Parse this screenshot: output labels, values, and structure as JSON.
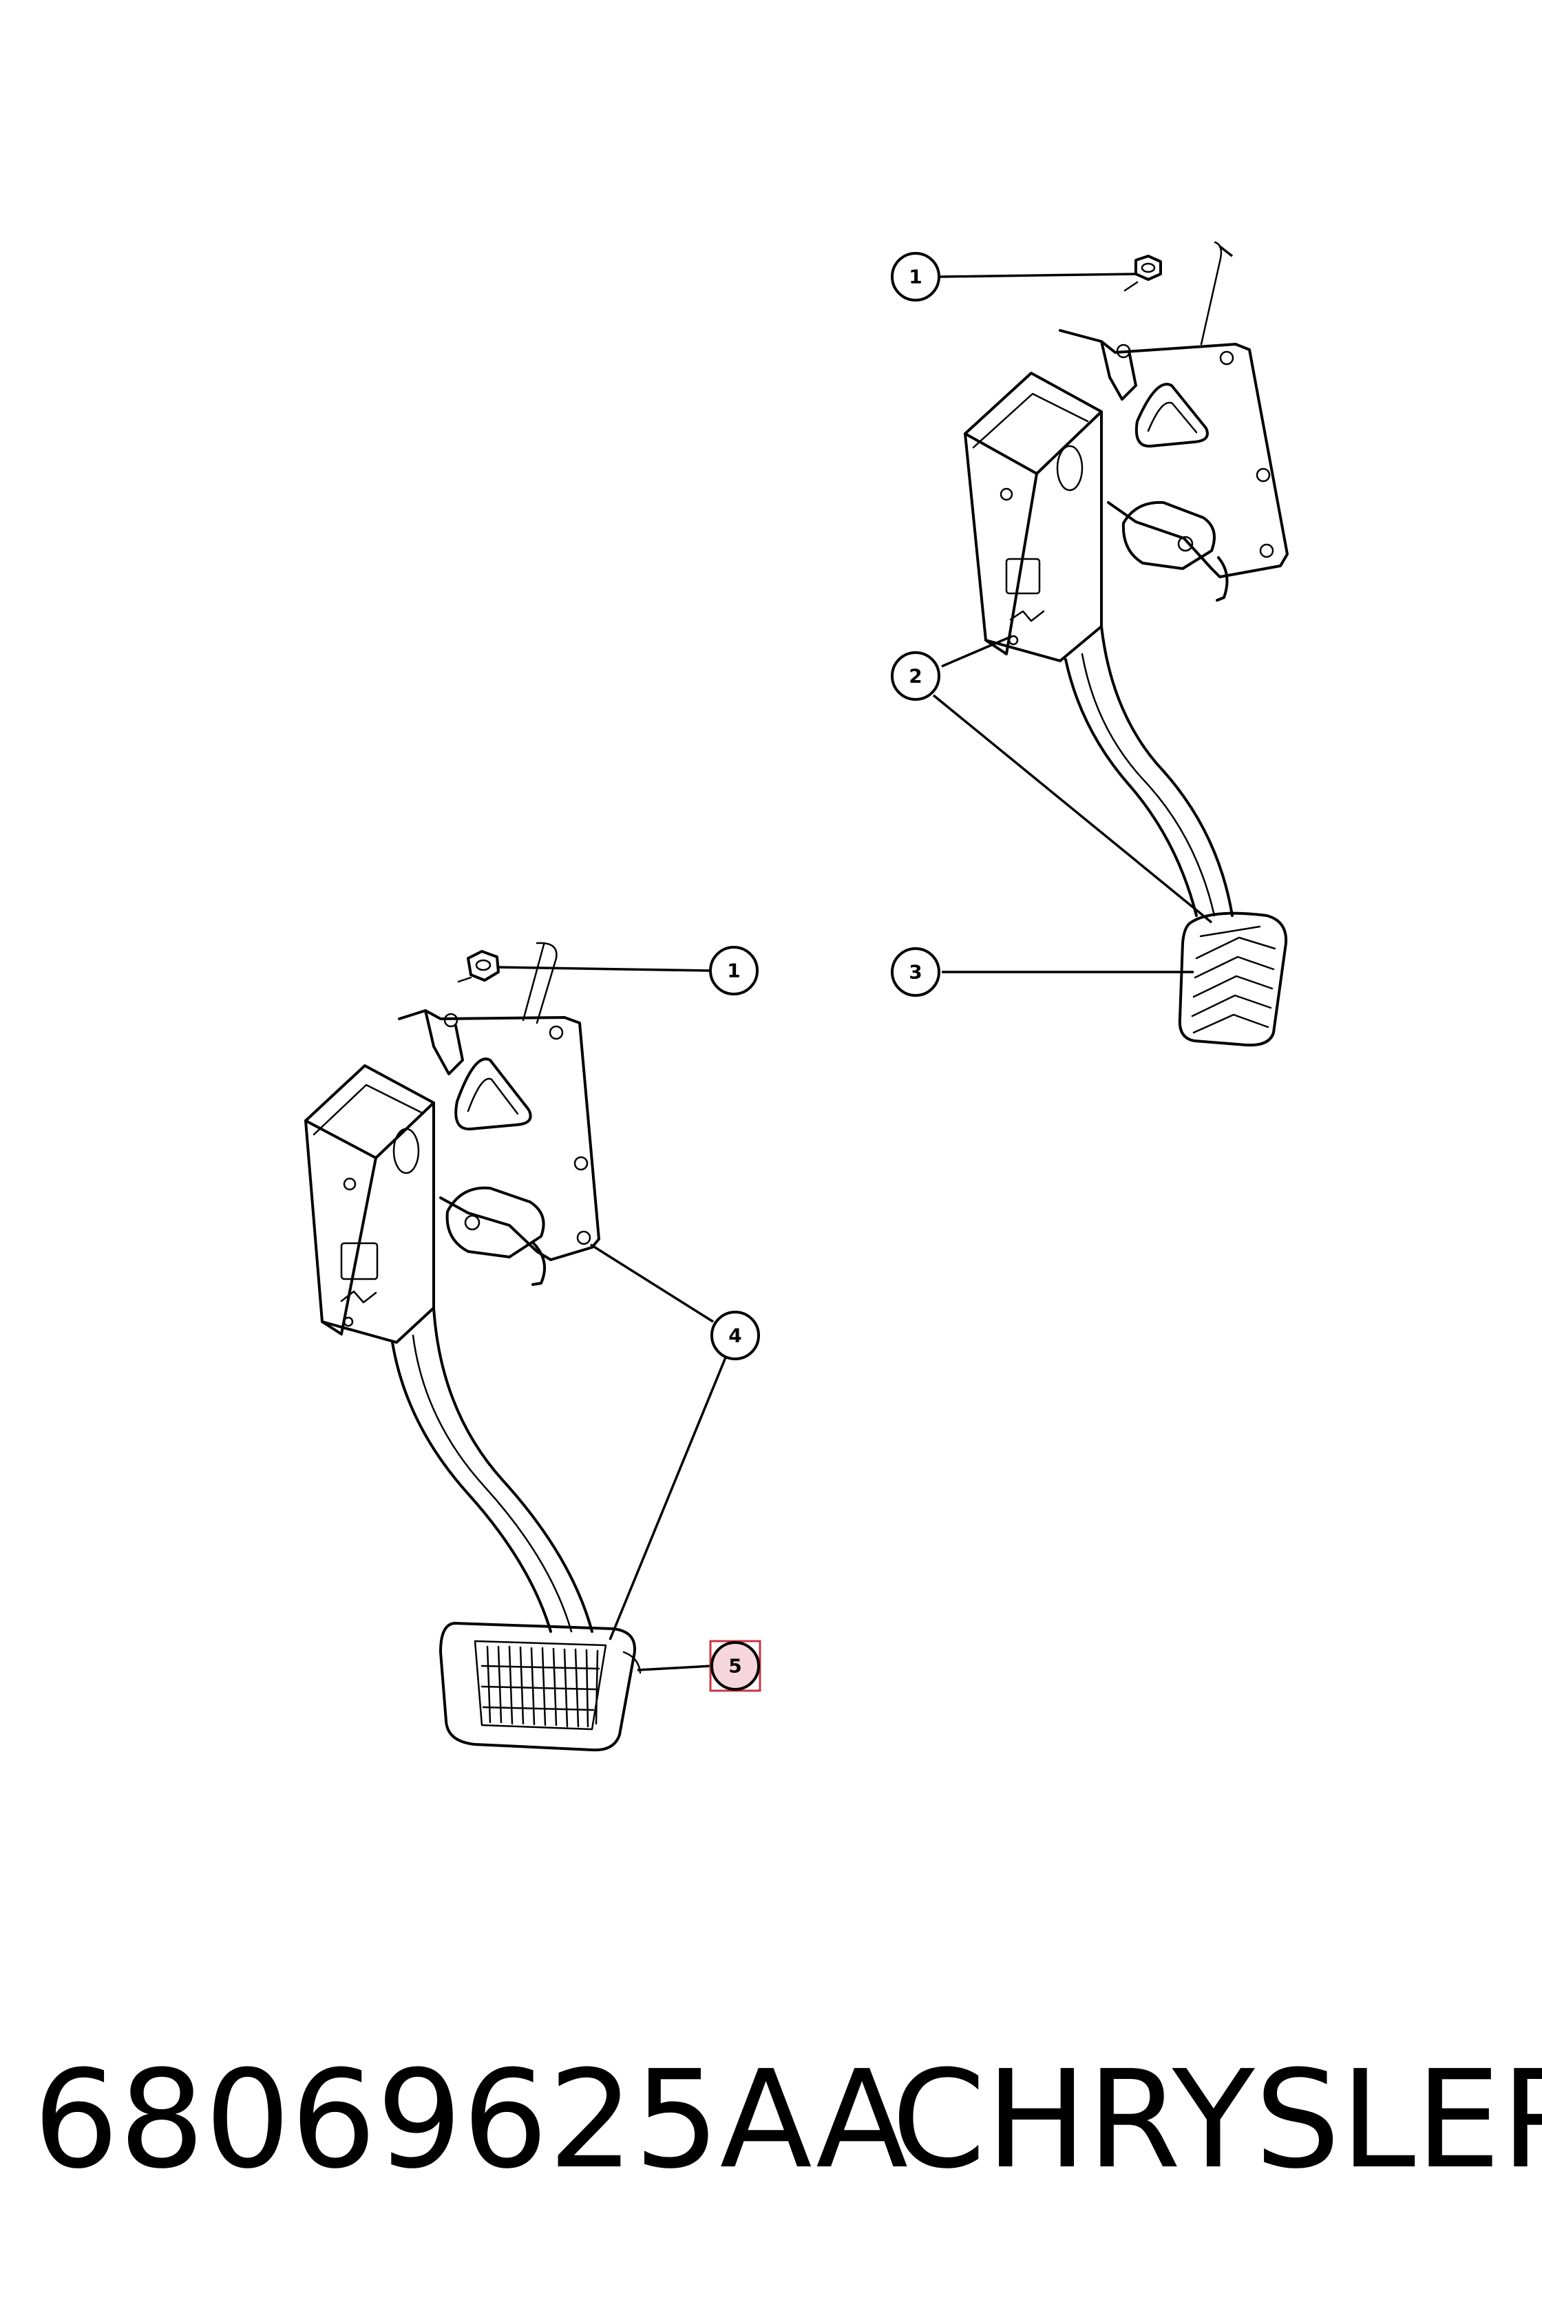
{
  "diagram": {
    "callouts": [
      {
        "id": "upper-1",
        "label": "1"
      },
      {
        "id": "upper-2",
        "label": "2"
      },
      {
        "id": "upper-3",
        "label": "3"
      },
      {
        "id": "lower-1",
        "label": "1"
      },
      {
        "id": "lower-4",
        "label": "4"
      },
      {
        "id": "lower-5",
        "label": "5",
        "highlighted": true
      }
    ],
    "highlight_color": "#cc3344",
    "highlight_fill": "#f6d5dc"
  },
  "caption": {
    "part_number": "68069625AA",
    "brand": "CHRYSLER"
  }
}
